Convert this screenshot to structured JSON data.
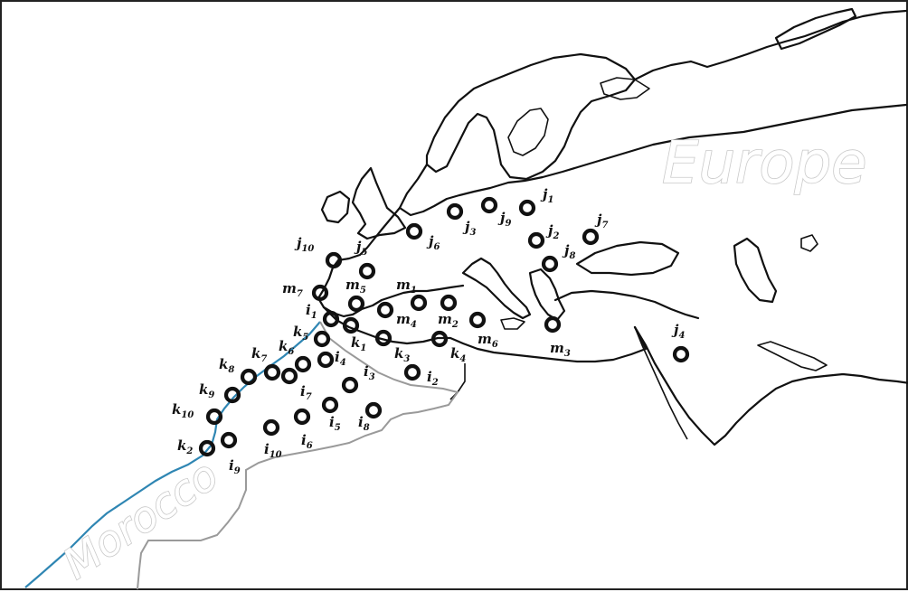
{
  "regions": {
    "europe": "Europe",
    "morocco": "Morocco"
  },
  "colors": {
    "coastline": "#111111",
    "morocco_coast": "#2f86b3",
    "morocco_border": "#9a9a9a",
    "station_ring": "#111111",
    "region_label_fill": "#ffffff",
    "region_label_outline": "#c9c9c9"
  },
  "stations": [
    {
      "id": "j1",
      "letter": "j",
      "sub": "1"
    },
    {
      "id": "j2",
      "letter": "j",
      "sub": "2"
    },
    {
      "id": "j3",
      "letter": "j",
      "sub": "3"
    },
    {
      "id": "j4",
      "letter": "j",
      "sub": "4"
    },
    {
      "id": "j5",
      "letter": "j",
      "sub": "5"
    },
    {
      "id": "j6",
      "letter": "j",
      "sub": "6"
    },
    {
      "id": "j7",
      "letter": "j",
      "sub": "7"
    },
    {
      "id": "j8",
      "letter": "j",
      "sub": "8"
    },
    {
      "id": "j9",
      "letter": "j",
      "sub": "9"
    },
    {
      "id": "j10",
      "letter": "j",
      "sub": "10"
    },
    {
      "id": "m1",
      "letter": "m",
      "sub": "1"
    },
    {
      "id": "m2",
      "letter": "m",
      "sub": "2"
    },
    {
      "id": "m3",
      "letter": "m",
      "sub": "3"
    },
    {
      "id": "m4",
      "letter": "m",
      "sub": "4"
    },
    {
      "id": "m5",
      "letter": "m",
      "sub": "5"
    },
    {
      "id": "m6",
      "letter": "m",
      "sub": "6"
    },
    {
      "id": "m7",
      "letter": "m",
      "sub": "7"
    },
    {
      "id": "i1",
      "letter": "i",
      "sub": "1"
    },
    {
      "id": "i2",
      "letter": "i",
      "sub": "2"
    },
    {
      "id": "i3",
      "letter": "i",
      "sub": "3"
    },
    {
      "id": "i4",
      "letter": "i",
      "sub": "4"
    },
    {
      "id": "i5",
      "letter": "i",
      "sub": "5"
    },
    {
      "id": "i6",
      "letter": "i",
      "sub": "6"
    },
    {
      "id": "i7",
      "letter": "i",
      "sub": "7"
    },
    {
      "id": "i8",
      "letter": "i",
      "sub": "8"
    },
    {
      "id": "i9",
      "letter": "i",
      "sub": "9"
    },
    {
      "id": "i10",
      "letter": "i",
      "sub": "10"
    },
    {
      "id": "k1",
      "letter": "k",
      "sub": "1"
    },
    {
      "id": "k2",
      "letter": "k",
      "sub": "2"
    },
    {
      "id": "k3",
      "letter": "k",
      "sub": "3"
    },
    {
      "id": "k4",
      "letter": "k",
      "sub": "4"
    },
    {
      "id": "k5",
      "letter": "k",
      "sub": "5"
    },
    {
      "id": "k6",
      "letter": "k",
      "sub": "6"
    },
    {
      "id": "k7",
      "letter": "k",
      "sub": "7"
    },
    {
      "id": "k8",
      "letter": "k",
      "sub": "8"
    },
    {
      "id": "k9",
      "letter": "k",
      "sub": "9"
    },
    {
      "id": "k10",
      "letter": "k",
      "sub": "10"
    }
  ]
}
